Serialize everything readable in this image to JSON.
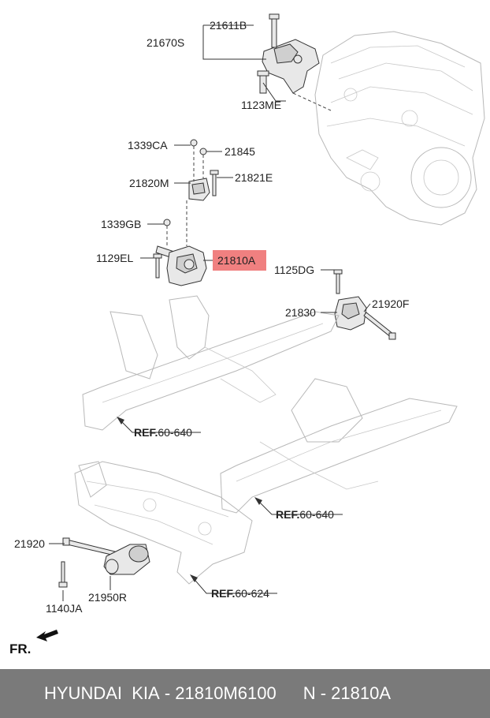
{
  "labels": {
    "l21611B": "21611B",
    "l21670S": "21670S",
    "l1123ME": "1123ME",
    "l1339CA": "1339CA",
    "l21845": "21845",
    "l21820M": "21820M",
    "l21821E": "21821E",
    "l1339GB": "1339GB",
    "l1129EL": "1129EL",
    "l21810A": "21810A",
    "l1125DG": "1125DG",
    "l21830": "21830",
    "l21920F": "21920F",
    "l21920": "21920",
    "l1140JA": "1140JA",
    "l21950R": "21950R"
  },
  "refs": [
    {
      "prefix": "REF.",
      "code": "60-640"
    },
    {
      "prefix": "REF.",
      "code": "60-640"
    },
    {
      "prefix": "REF.",
      "code": "60-624"
    }
  ],
  "front_marker": "FR.",
  "highlight_color": "#f08080",
  "footer": {
    "brand": "HYUNDAI  KIA",
    "part_number": "21810M6100",
    "reference": "N - 21810A"
  }
}
